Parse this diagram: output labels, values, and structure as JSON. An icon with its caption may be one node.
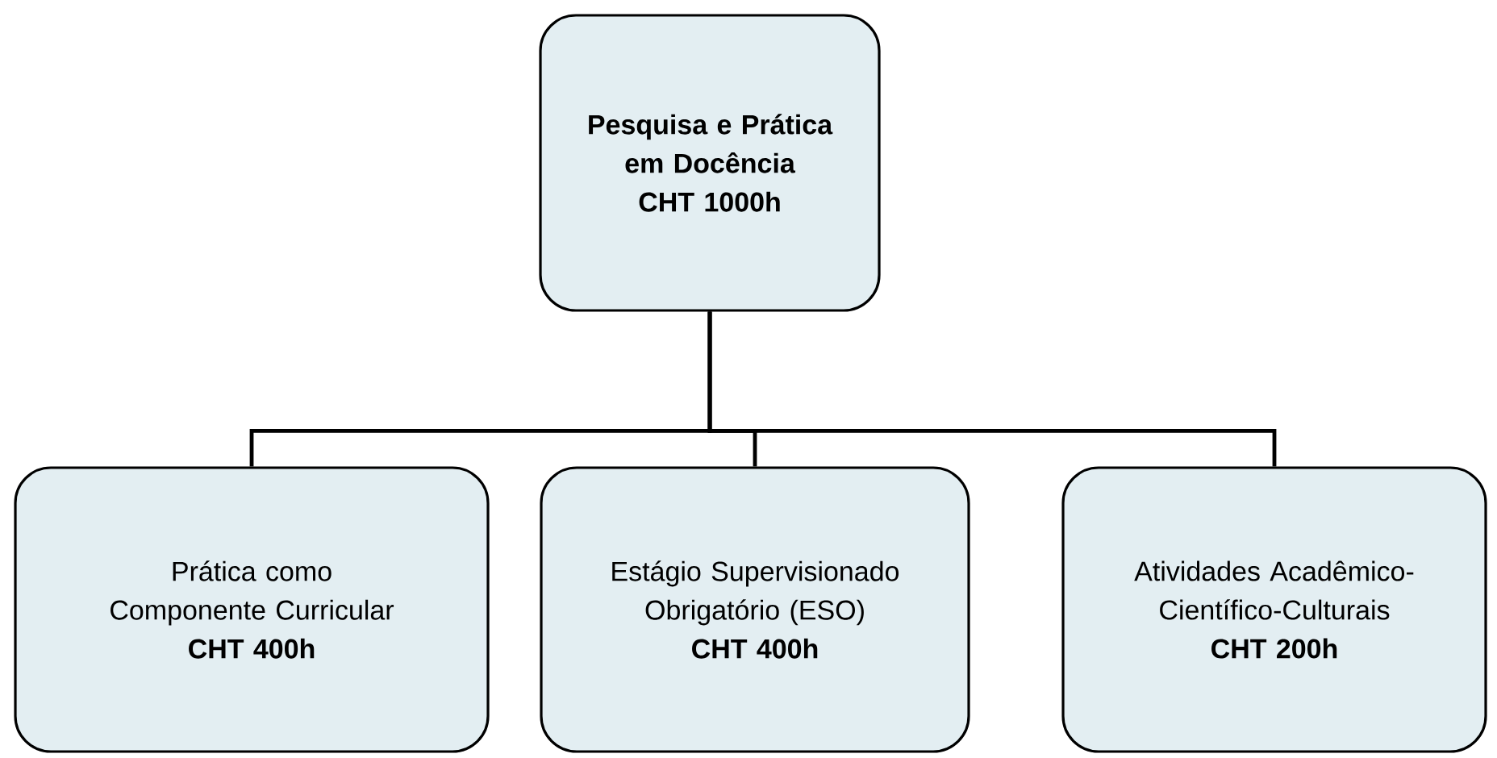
{
  "diagram": {
    "nodes": [
      {
        "text": [
          "Pesquisa e Prática em Docência",
          "CHT 1000h"
        ]
      },
      {
        "text": [
          "Prática como Componente Curricular",
          "CHT 400h"
        ]
      },
      {
        "text": [
          "Estágio Supervisionado Obrigatório (ESO)",
          "CHT 400h"
        ]
      },
      {
        "text": [
          "Atividades Acadêmico-Científico-Culturais",
          "CHT 200h"
        ]
      }
    ],
    "edges": [
      {
        "from": 0,
        "to": 1,
        "arrow": "none"
      },
      {
        "from": 0,
        "to": 2,
        "arrow": "none"
      },
      {
        "from": 0,
        "to": 3,
        "arrow": "none"
      }
    ]
  }
}
